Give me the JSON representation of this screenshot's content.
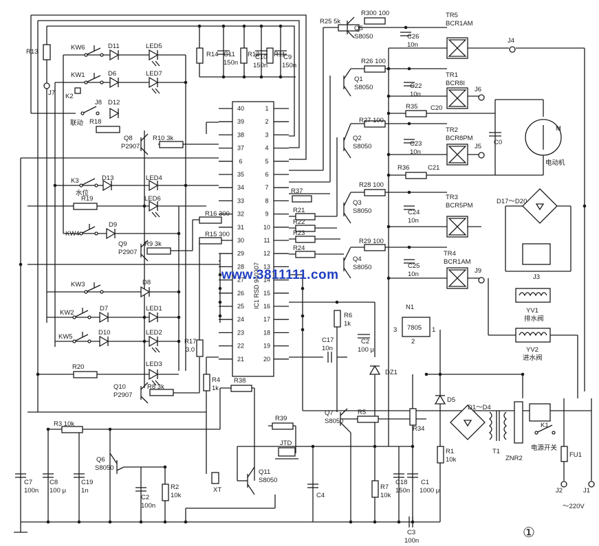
{
  "labels": {
    "R13": "R13",
    "KW6": "KW6",
    "D11": "D11",
    "LED5": "LED5",
    "KW1": "KW1",
    "D6": "D6",
    "LED7": "LED7",
    "J7": "J7",
    "K2": "K2",
    "J8": "J8",
    "D12": "D12",
    "liandong": "联动",
    "R18": "R18",
    "Q8": "Q8",
    "Q8t": "P2907",
    "R10": "R10  3k",
    "K3": "K3",
    "D13": "D13",
    "LED4": "LED4",
    "shuiwei": "水位",
    "LED6": "LED6",
    "R19": "R19",
    "KW4": "KW4",
    "D9": "D9",
    "Q9": "Q9",
    "Q9t": "P2907",
    "R9": "R9  3k",
    "KW3": "KW3",
    "D8": "D8",
    "KW2": "KW2",
    "D7": "D7",
    "LED1": "LED1",
    "KW5": "KW5",
    "D10": "D10",
    "LED2": "LED2",
    "R17": "R17",
    "R17v": "3.0",
    "LED3": "LED3",
    "R20": "R20",
    "Q10": "Q10",
    "Q10t": "P2907",
    "R8": "R8  3k",
    "R14": "R14",
    "C11": "C11",
    "C11v": "150n",
    "R12": "R12",
    "C10": "C10",
    "C10v": "150n",
    "R11": "R11",
    "C9": "C9",
    "C9v": "150n",
    "R16": "R16  300",
    "R15": "R15  300",
    "R37": "R37",
    "R21": "R21",
    "R22": "R22",
    "R23": "R23",
    "R24": "R24",
    "IC1": "IC1  RSD 940307",
    "R25": "R25  5k",
    "Q5": "Q5",
    "Q5t": "S8050",
    "R300": "R300  100",
    "C26": "C26",
    "C26v": "10n",
    "TR5": "TR5",
    "TR5t": "BCR1AM",
    "J4": "J4",
    "R26": "R26  100",
    "Q1": "Q1",
    "Q1t": "S8050",
    "C22": "C22",
    "C22v": "10n",
    "TR1": "TR1",
    "TR1t": "BCR8I",
    "J6": "J6",
    "R35": "R35",
    "C20": "C20",
    "R27": "R27  100",
    "Q2": "Q2",
    "Q2t": "S8050",
    "TR2": "TR2",
    "TR2t": "BCR8PM",
    "C23": "C23",
    "C23v": "10n",
    "J5": "J5",
    "C0": "C0",
    "M": "M",
    "motor": "电动机",
    "R36": "R36",
    "C21": "C21",
    "R28": "R28  100",
    "Q3": "Q3",
    "Q3t": "S8050",
    "TR3": "TR3",
    "TR3t": "BCR5PM",
    "C24": "C24",
    "C24v": "10n",
    "D17": "D17～D20",
    "R29": "R29  100",
    "Q4": "Q4",
    "Q4t": "S8050",
    "TR4": "TR4",
    "TR4t": "BCR1AM",
    "C25": "C25",
    "C25v": "10n",
    "J9": "J9",
    "J3": "J3",
    "YV1": "YV1",
    "paishui": "排水阀",
    "YV2": "YV2",
    "jinshui": "进水阀",
    "R6": "R6",
    "R6v": "1k",
    "N1": "N1",
    "N1t": "7805",
    "n3": "3",
    "n2": "2",
    "n1": "1",
    "C2a": "C2",
    "C2av": "100 μ",
    "C17": "C17",
    "C17v": "10n",
    "DZ1": "DZ1",
    "R4": "R4",
    "R4v": "1k",
    "R38": "R38",
    "D5": "D5",
    "D1D4": "D1～D4",
    "R3": "R3  10k",
    "R39": "R39",
    "JTD": "JTD",
    "Q7": "Q7",
    "Q7t": "S8050",
    "R5": "R5",
    "R34": "R34",
    "T1": "T1",
    "ZNR2": "ZNR2",
    "K1": "K1",
    "power": "电源开关",
    "FU1": "FU1",
    "R1": "R1",
    "R1v": "10k",
    "Q6": "Q6",
    "Q6t": "S8050",
    "Q11": "Q11",
    "Q11t": "S8050",
    "XT": "XT",
    "C7": "C7",
    "C7v": "100n",
    "C8": "C8",
    "C8v": "100 μ",
    "C19": "C19",
    "C19v": "1n",
    "C2": "C2",
    "C2v": "100n",
    "R2": "R2",
    "R2v": "10k",
    "C4": "C4",
    "R7": "R7",
    "R7v": "10k",
    "C18": "C18",
    "C18v": "150n",
    "C1": "C1",
    "C1v": "1000 μ",
    "J2": "J2",
    "J1": "J1",
    "ac": "～220V",
    "C3": "C3",
    "C3v": "100n",
    "figno": "①"
  },
  "watermark": "www.3811111.com",
  "ic_pins_left": [
    "40",
    "39",
    "38",
    "37",
    "6",
    "35",
    "34",
    "33",
    "32",
    "31",
    "30",
    "29",
    "28",
    "27",
    "26",
    "25",
    "24",
    "23",
    "22",
    "21"
  ],
  "ic_pins_right": [
    "1",
    "2",
    "3",
    "4",
    "5",
    "6",
    "7",
    "8",
    "9",
    "10",
    "11",
    "12",
    "13",
    "14",
    "15",
    "16",
    "17",
    "18",
    "19",
    "20"
  ],
  "colors": {
    "ink": "#1a1a1a",
    "watermark": "#1f3fbf",
    "paper": "#ffffff"
  }
}
